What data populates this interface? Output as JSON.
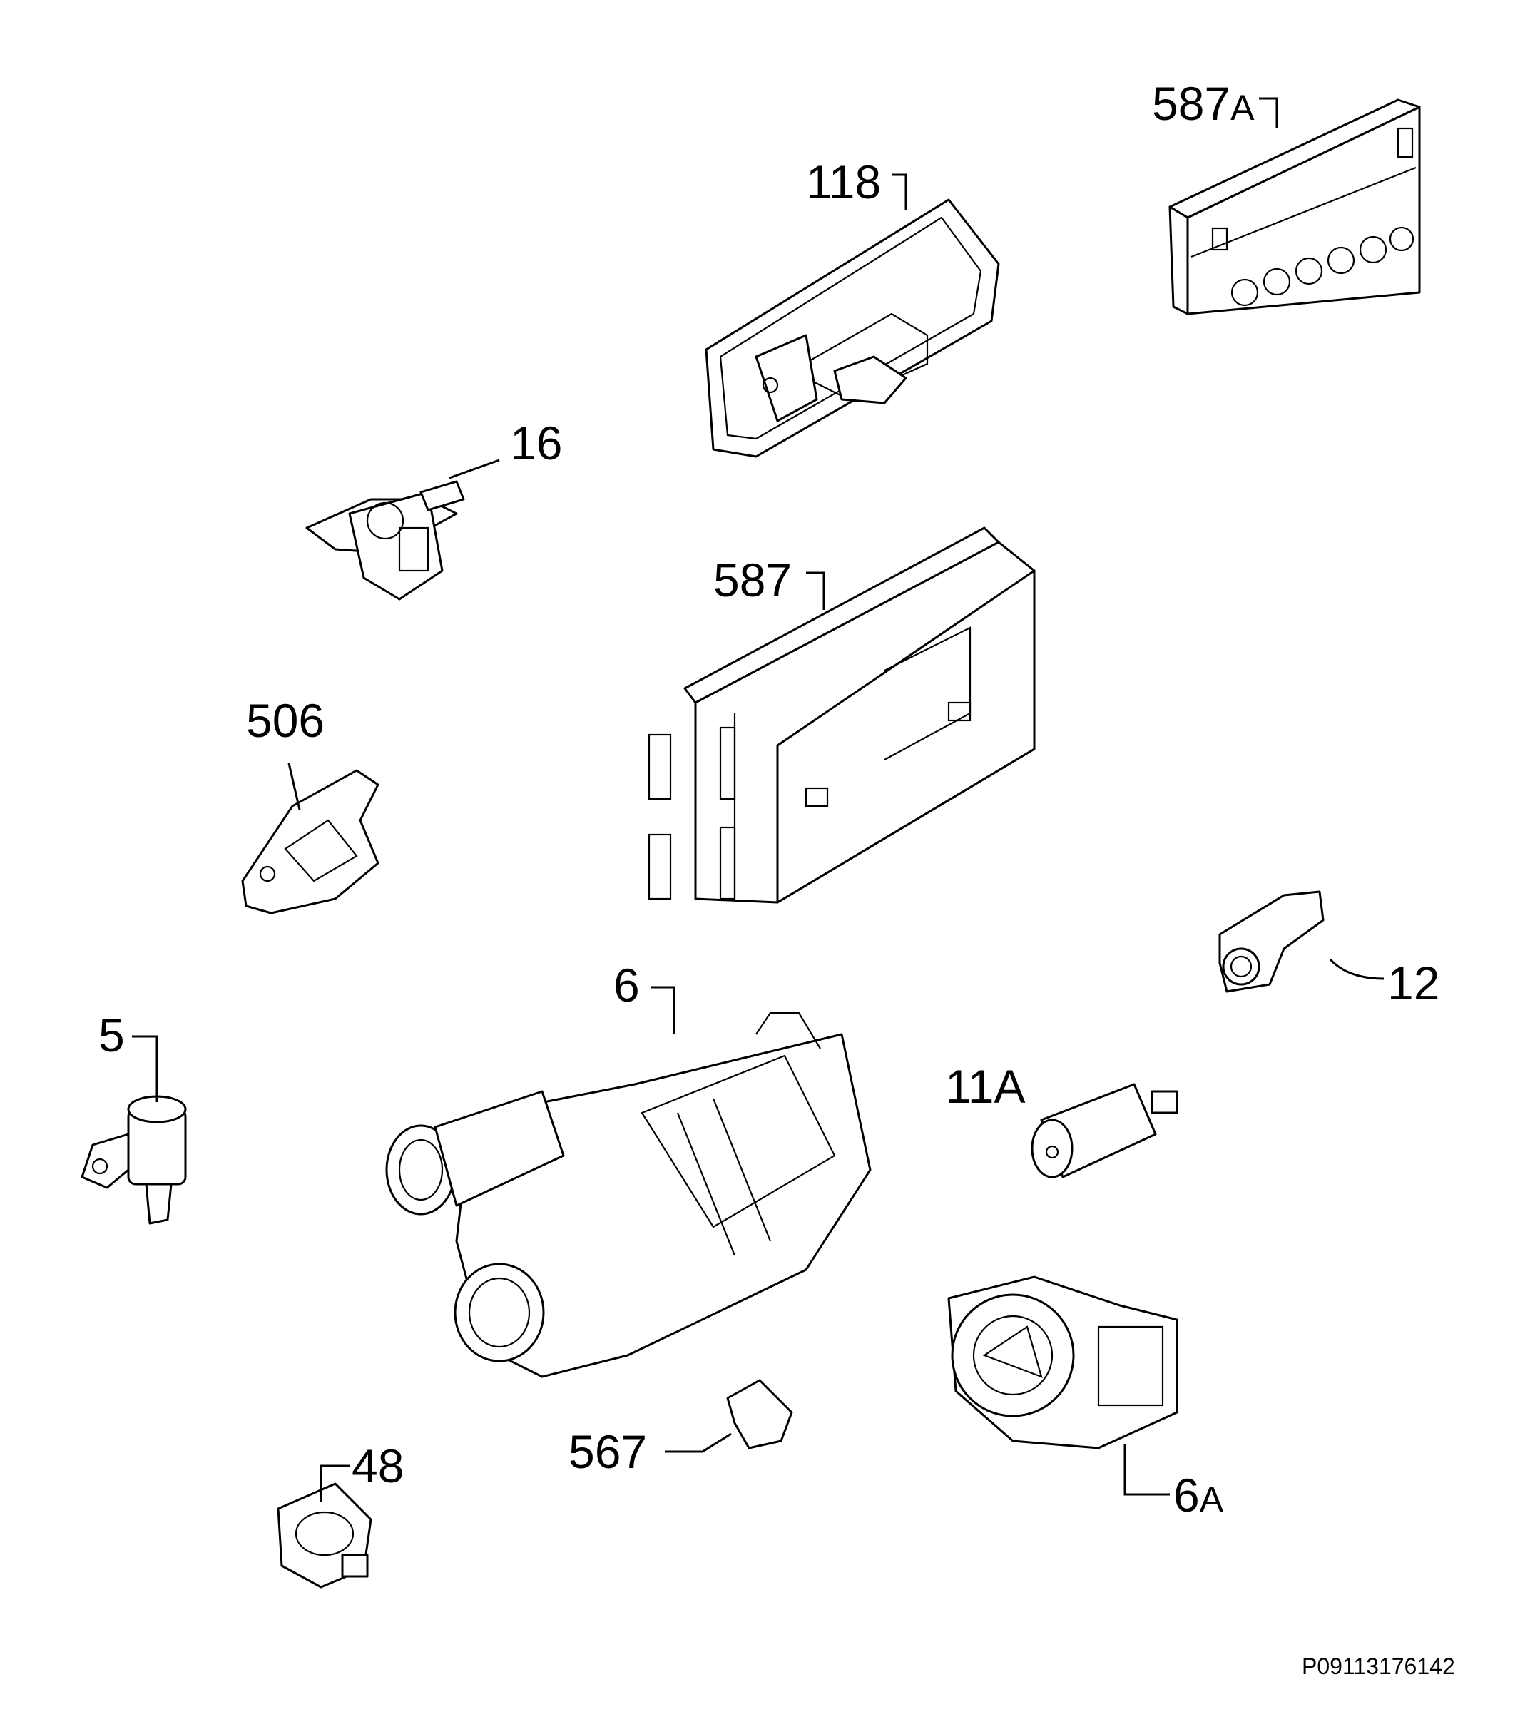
{
  "callouts": {
    "c587a": {
      "num": "587",
      "suffix": "A"
    },
    "c118": {
      "num": "118",
      "suffix": ""
    },
    "c16": {
      "num": "16",
      "suffix": ""
    },
    "c587": {
      "num": "587",
      "suffix": ""
    },
    "c506": {
      "num": "506",
      "suffix": ""
    },
    "c12": {
      "num": "12",
      "suffix": ""
    },
    "c6": {
      "num": "6",
      "suffix": ""
    },
    "c5": {
      "num": "5",
      "suffix": ""
    },
    "c11a": {
      "num": "11A",
      "suffix": ""
    },
    "c567": {
      "num": "567",
      "suffix": ""
    },
    "c48": {
      "num": "48",
      "suffix": ""
    },
    "c6a": {
      "num": "6",
      "suffix": "A"
    }
  },
  "doc_id": "P09113176142"
}
